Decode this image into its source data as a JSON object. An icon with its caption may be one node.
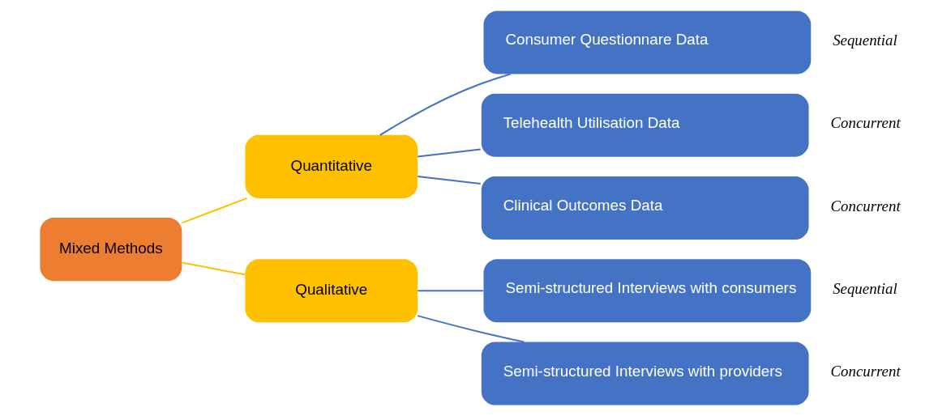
{
  "diagram": {
    "nodes": [
      {
        "text": [
          "Mixed Methods"
        ]
      },
      {
        "text": [
          "Quantitative"
        ]
      },
      {
        "text": [
          "Qualitative"
        ]
      },
      {
        "text": [
          "Consumer Questionnare Data"
        ],
        "beside": [
          "Sequential"
        ]
      },
      {
        "text": [
          "Telehealth Utilisation Data"
        ],
        "beside": [
          "Concurrent"
        ]
      },
      {
        "text": [
          "Clinical Outcomes Data"
        ],
        "beside": [
          "Concurrent"
        ]
      },
      {
        "text": [
          "Semi-structured Interviews with consumers"
        ],
        "beside": [
          "Sequential"
        ]
      },
      {
        "text": [
          "Semi-structured Interviews with providers"
        ],
        "beside": [
          "Concurrent"
        ]
      }
    ],
    "edges": [
      {
        "from": 0,
        "to": 1,
        "arrow": "none",
        "color": "#ffc000"
      },
      {
        "from": 0,
        "to": 2,
        "arrow": "none",
        "color": "#ffc000"
      },
      {
        "from": 1,
        "to": 3,
        "arrow": "none"
      },
      {
        "from": 1,
        "to": 4,
        "arrow": "none"
      },
      {
        "from": 1,
        "to": 5,
        "arrow": "none"
      },
      {
        "from": 2,
        "to": 6,
        "arrow": "none"
      },
      {
        "from": 2,
        "to": 7,
        "arrow": "none"
      }
    ]
  }
}
